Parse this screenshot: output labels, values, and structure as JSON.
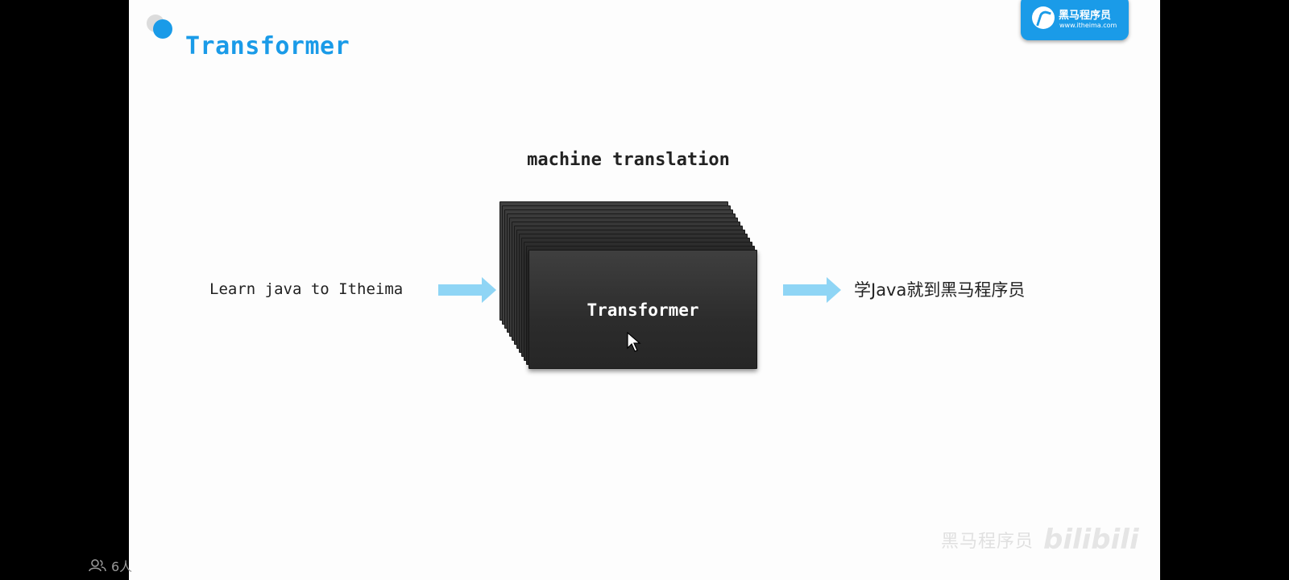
{
  "slide": {
    "title": "Transformer",
    "brand": {
      "name": "黑马程序员",
      "url": "www.itheima.com",
      "color": "#1a9be8"
    }
  },
  "diagram": {
    "title": "machine translation",
    "input": "Learn java to Itheima",
    "model_label": "Transformer",
    "output": "学Java就到黑马程序员"
  },
  "overlay": {
    "watermark_text": "黑马程序员",
    "watermark_logo": "bilibili",
    "viewer_count": "6人"
  },
  "colors": {
    "accent": "#1a9be8",
    "arrow": "#8fd5f5",
    "box": "#2f2f2f"
  }
}
